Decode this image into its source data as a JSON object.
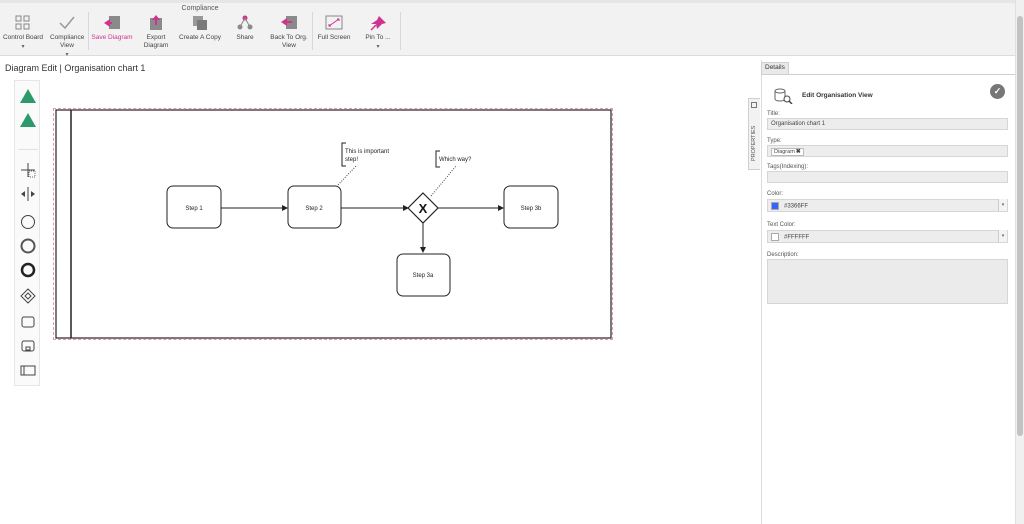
{
  "ribbon": {
    "group_label": "Compliance",
    "buttons": [
      {
        "label": "Control Board",
        "icon": "grid-icon",
        "dropdown": true
      },
      {
        "label": "Compliance View",
        "icon": "checkmark-icon",
        "dropdown": true
      },
      {
        "label": "Save Diagram",
        "icon": "save-diagram-icon",
        "active": true
      },
      {
        "label": "Export Diagram",
        "icon": "export-icon"
      },
      {
        "label": "Create A Copy",
        "icon": "copy-icon"
      },
      {
        "label": "Share",
        "icon": "share-icon"
      },
      {
        "label": "Back To Org. View",
        "icon": "back-icon"
      },
      {
        "label": "Full Screen",
        "icon": "fullscreen-icon"
      },
      {
        "label": "Pin To ...",
        "icon": "pin-icon",
        "dropdown": true
      }
    ],
    "dropdown_glyph": "▾"
  },
  "page_title": "Diagram Edit | Organisation chart 1",
  "palette": {
    "items": [
      "pool-up-icon",
      "pool-down-icon",
      "move-icon",
      "split-icon",
      "start-event-icon",
      "intermediate-event-icon",
      "end-event-icon",
      "gateway-icon",
      "task-icon",
      "subprocess-icon",
      "pool-icon"
    ]
  },
  "diagram": {
    "nodes": {
      "step1": "Step 1",
      "step2": "Step 2",
      "step3a": "Step 3a",
      "step3b": "Step 3b",
      "gateway": "X"
    },
    "annotations": {
      "a1_line1": "This is important",
      "a1_line2": "step!",
      "a2": "Which way?"
    },
    "colors": {
      "stroke": "#222222",
      "frame_border": "#e59aa6"
    }
  },
  "panel": {
    "tab": "Details",
    "side_tab": "PROPERTIES",
    "header": "Edit Organisation View",
    "fields": {
      "title_label": "Title:",
      "title_value": "Organisation chart 1",
      "type_label": "Type:",
      "type_chip": "Diagram",
      "type_chip_remove": "✖",
      "tags_label": "Tags(Indexing):",
      "color_label": "Color:",
      "color_value": "#3366FF",
      "textcolor_label": "Text Color:",
      "textcolor_value": "#FFFFFF",
      "description_label": "Description:"
    },
    "colors": {
      "color_swatch": "#3366FF",
      "text_swatch": "#FFFFFF",
      "accent_pink": "#d0338f",
      "check_bg": "#777777"
    }
  }
}
